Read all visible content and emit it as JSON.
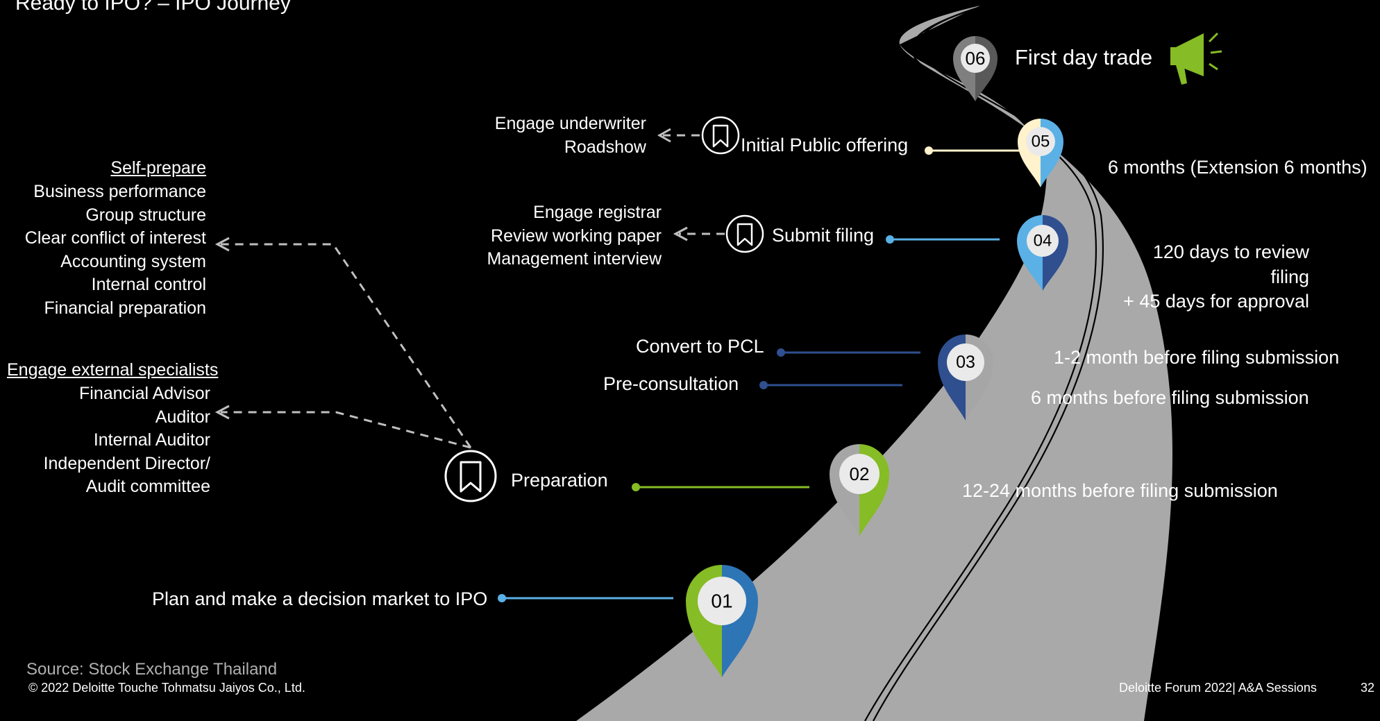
{
  "title": "Ready to IPO? – IPO Journey",
  "colors": {
    "background": "#000000",
    "road": "#aaa9a9",
    "green": "#86bc25",
    "blue": "#2e75b6",
    "light_blue": "#5bb0e6",
    "navy": "#2f4f8f",
    "gray": "#a6a6a6",
    "cream": "#fff2cc",
    "dashed": "#bfbfbf"
  },
  "self_prepare": {
    "heading": "Self-prepare",
    "items": [
      "Business performance",
      "Group structure",
      "Clear conflict of interest",
      "Accounting system",
      "Internal control",
      "Financial preparation"
    ]
  },
  "external": {
    "heading": "Engage external specialists",
    "items": [
      "Financial Advisor",
      "Auditor",
      "Internal Auditor",
      "Independent Director/",
      "Audit committee"
    ]
  },
  "underwriter": {
    "items": [
      "Engage underwriter",
      "Roadshow"
    ]
  },
  "registrar": {
    "items": [
      "Engage registrar",
      "Review working paper",
      "Management interview"
    ]
  },
  "milestones": [
    {
      "number": "01",
      "label": "Plan and make a decision  market to IPO",
      "icon": "location-pin-icon"
    },
    {
      "number": "02",
      "label": "Preparation",
      "icon": "bookmark-icon"
    },
    {
      "number": "03",
      "label_a": "Convert to PCL",
      "label_b": "Pre-consultation"
    },
    {
      "number": "04",
      "label": "Submit filing",
      "icon": "bookmark-icon"
    },
    {
      "number": "05",
      "label": "Initial Public offering",
      "icon": "bookmark-icon"
    },
    {
      "number": "06",
      "label": "First day trade",
      "icon": "megaphone-icon"
    }
  ],
  "timeline": {
    "t02": "12-24 months before filing submission",
    "t03a": "1-2 month before filing submission",
    "t03b": "6  months before filing submission",
    "t04": [
      "120 days to review",
      "filing",
      "+ 45 days for approval"
    ],
    "t05": "6 months (Extension 6 months)"
  },
  "footer": {
    "source": "Source: Stock Exchange Thailand",
    "copyright": "© 2022 Deloitte Touche Tohmatsu Jaiyos Co., Ltd.",
    "event": "Deloitte Forum 2022| A&A Sessions",
    "page": "32"
  }
}
